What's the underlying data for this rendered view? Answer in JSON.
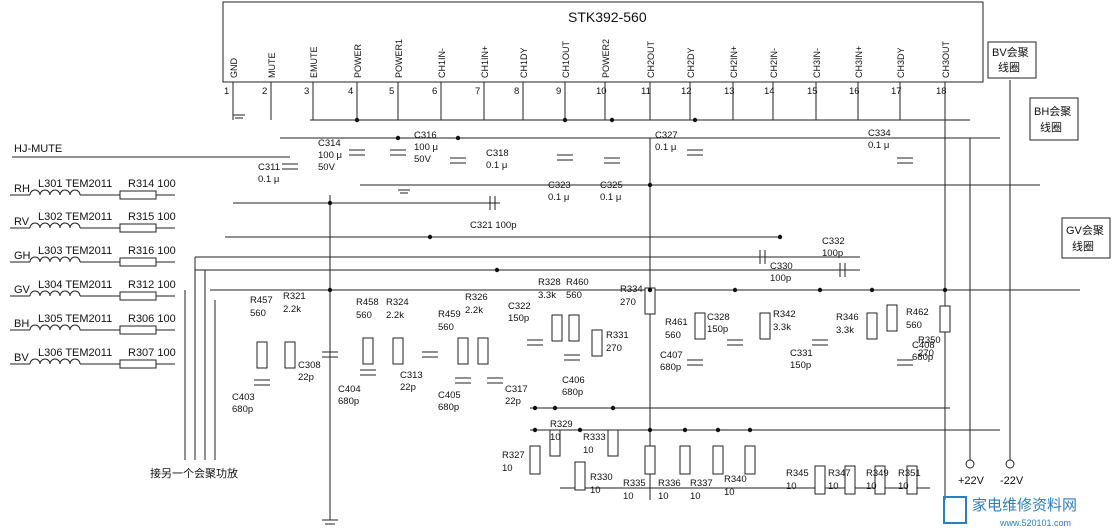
{
  "title": "STK392-560",
  "pins": [
    {
      "n": "1",
      "name": "GND"
    },
    {
      "n": "2",
      "name": "MUTE"
    },
    {
      "n": "3",
      "name": "EMUTE"
    },
    {
      "n": "4",
      "name": "POWER"
    },
    {
      "n": "5",
      "name": "POWER1"
    },
    {
      "n": "6",
      "name": "CH1IN-"
    },
    {
      "n": "7",
      "name": "CH1IN+"
    },
    {
      "n": "8",
      "name": "CH1DY"
    },
    {
      "n": "9",
      "name": "CH1OUT"
    },
    {
      "n": "10",
      "name": "POWER2"
    },
    {
      "n": "11",
      "name": "CH2OUT"
    },
    {
      "n": "12",
      "name": "CH2DY"
    },
    {
      "n": "13",
      "name": "CH2IN+"
    },
    {
      "n": "14",
      "name": "CH2IN-"
    },
    {
      "n": "15",
      "name": "CH3IN-"
    },
    {
      "n": "16",
      "name": "CH3IN+"
    },
    {
      "n": "17",
      "name": "CH3DY"
    },
    {
      "n": "18",
      "name": "CH3OUT"
    }
  ],
  "left_inputs": [
    {
      "sig": "RH",
      "inductor": "L301 TEM2011",
      "res": "R314 100"
    },
    {
      "sig": "RV",
      "inductor": "L302 TEM2011",
      "res": "R315 100"
    },
    {
      "sig": "GH",
      "inductor": "L303 TEM2011",
      "res": "R316 100"
    },
    {
      "sig": "GV",
      "inductor": "L304 TEM2011",
      "res": "R312 100"
    },
    {
      "sig": "BH",
      "inductor": "L305 TEM2011",
      "res": "R306 100"
    },
    {
      "sig": "BV",
      "inductor": "L306 TEM2011",
      "res": "R307 100"
    }
  ],
  "hj_mute": "HJ-MUTE",
  "coil_boxes": [
    {
      "l1": "BV会聚",
      "l2": "线圈"
    },
    {
      "l1": "BH会聚",
      "l2": "线圈"
    },
    {
      "l1": "GV会聚",
      "l2": "线圈"
    }
  ],
  "caps": {
    "c314": [
      "C314",
      "100 μ",
      "50V"
    ],
    "c316": [
      "C316",
      "100 μ",
      "50V"
    ],
    "c318": [
      "C318",
      "0.1 μ"
    ],
    "c311": [
      "C311",
      "0.1 μ"
    ],
    "c327": [
      "C327",
      "0.1 μ"
    ],
    "c334": [
      "C334",
      "0.1 μ"
    ],
    "c323": [
      "C323",
      "0.1 μ"
    ],
    "c325": [
      "C325",
      "0.1 μ"
    ],
    "c321": "C321  100p",
    "c332": [
      "C332",
      "100p"
    ],
    "c330": [
      "C330",
      "100p"
    ],
    "c322": [
      "C322",
      "150p"
    ],
    "c328": [
      "C328",
      "150p"
    ],
    "c331": [
      "C331",
      "150p"
    ],
    "c407": [
      "C407",
      "680p"
    ],
    "c408": [
      "C408",
      "680p"
    ],
    "c406": [
      "C406",
      "680p"
    ],
    "c403": [
      "C403",
      "680p"
    ],
    "c404": [
      "C404",
      "680p"
    ],
    "c405": [
      "C405",
      "680p"
    ],
    "c308": [
      "C308",
      "22p"
    ],
    "c313": [
      "C313",
      "22p"
    ],
    "c317": [
      "C317",
      "22p"
    ]
  },
  "res": {
    "r457": [
      "R457",
      "560"
    ],
    "r321": [
      "R321",
      "2.2k"
    ],
    "r458": [
      "R458",
      "560"
    ],
    "r324": [
      "R324",
      "2.2k"
    ],
    "r459": [
      "R459",
      "560"
    ],
    "r326": [
      "R326",
      "2.2k"
    ],
    "r328": [
      "R328",
      "3.3k"
    ],
    "r460": [
      "R460",
      "560"
    ],
    "r331": [
      "R331",
      "270"
    ],
    "r334": [
      "R334",
      "270"
    ],
    "r461": [
      "R461",
      "560"
    ],
    "r342": [
      "R342",
      "3.3k"
    ],
    "r346": [
      "R346",
      "3.3k"
    ],
    "r462": [
      "R462",
      "560"
    ],
    "r350": [
      "R350",
      "270"
    ],
    "r327": [
      "R327",
      "10"
    ],
    "r329": [
      "R329",
      "10"
    ],
    "r330": [
      "R330",
      "10"
    ],
    "r333": [
      "R333",
      "10"
    ],
    "r335": [
      "R335",
      "10"
    ],
    "r336": [
      "R336",
      "10"
    ],
    "r337": [
      "R337",
      "10"
    ],
    "r340": [
      "R340",
      "10"
    ],
    "r345": [
      "R345",
      "10"
    ],
    "r347": [
      "R347",
      "10"
    ],
    "r349": [
      "R349",
      "10"
    ],
    "r351": [
      "R351",
      "10"
    ]
  },
  "rails": {
    "pos": "+22V",
    "neg": "-22V"
  },
  "bottom_note": "接另一个会聚功放",
  "watermark": {
    "cn": "家电维修资料网",
    "url": "www.520101.com"
  }
}
